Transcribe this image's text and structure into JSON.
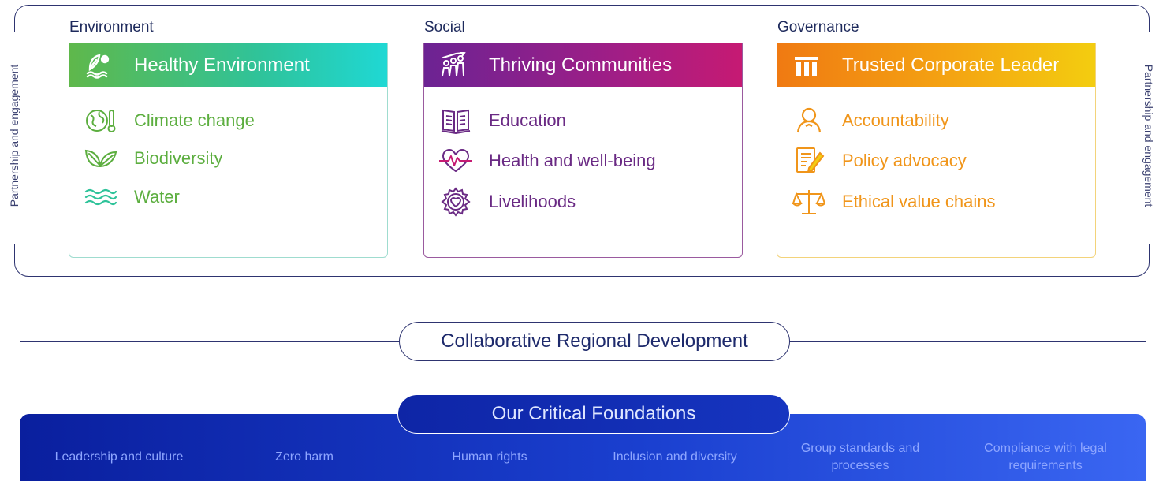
{
  "side_label": "Partnership and engagement",
  "columns": [
    {
      "heading": "Environment",
      "header": "Healthy Environment",
      "header_icon": "leaf-wave-icon",
      "items": [
        {
          "label": "Climate change",
          "icon": "globe-thermometer-icon"
        },
        {
          "label": "Biodiversity",
          "icon": "leaves-icon"
        },
        {
          "label": "Water",
          "icon": "water-waves-icon"
        }
      ]
    },
    {
      "heading": "Social",
      "header": "Thriving Communities",
      "header_icon": "community-growth-icon",
      "items": [
        {
          "label": "Education",
          "icon": "book-icon"
        },
        {
          "label": "Health and well-being",
          "icon": "heartbeat-icon"
        },
        {
          "label": "Livelihoods",
          "icon": "heart-gear-icon"
        }
      ]
    },
    {
      "heading": "Governance",
      "header": "Trusted Corporate Leader",
      "header_icon": "pillars-icon",
      "items": [
        {
          "label": "Accountability",
          "icon": "person-icon"
        },
        {
          "label": "Policy advocacy",
          "icon": "document-pen-icon"
        },
        {
          "label": "Ethical value chains",
          "icon": "scales-icon"
        }
      ]
    }
  ],
  "center": {
    "label": "Collaborative Regional Development"
  },
  "foundations": {
    "title": "Our Critical Foundations",
    "items": [
      "Leadership and culture",
      "Zero harm",
      "Human rights",
      "Inclusion and diversity",
      "Group standards and processes",
      "Compliance with legal requirements"
    ]
  },
  "colors": {
    "navy": "#2e3470",
    "environment": "#5cae3f",
    "social": "#6a2a84",
    "governance": "#f0951a",
    "foundation_band": "#1a3fcf"
  }
}
